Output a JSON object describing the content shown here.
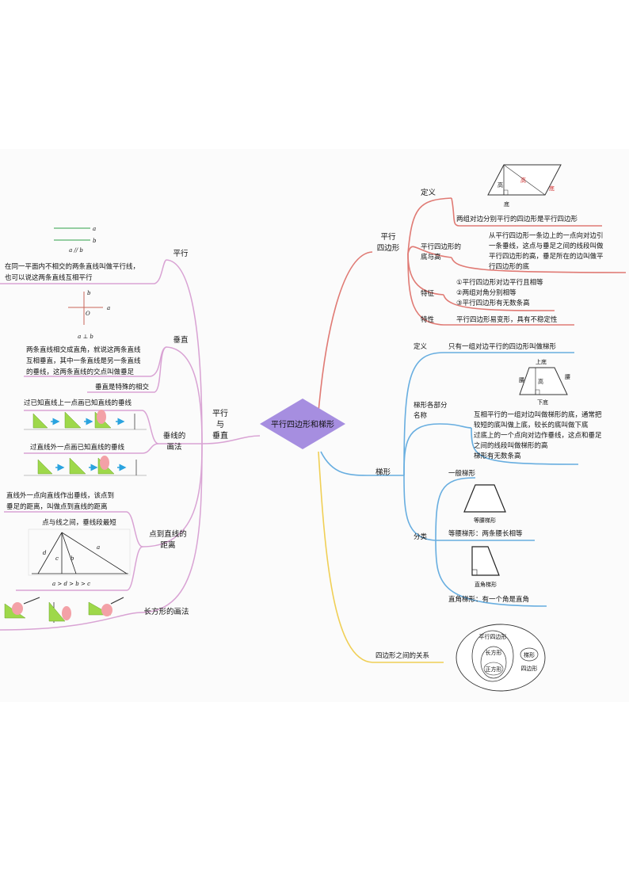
{
  "center": {
    "label": "平行四边形和梯形"
  },
  "colors": {
    "center_fill": "#a68ee0",
    "pink_branch": "#d9a3d4",
    "red_branch": "#e07a74",
    "blue_branch": "#68aee0",
    "yellow_branch": "#f0cf55",
    "arrow": "#2aa3df",
    "triangle_ruler": "#9ed84a",
    "hand": "#f3a1a7"
  },
  "left": {
    "main_label_1": "平行",
    "main_label_2": "与",
    "main_label_3": "垂直",
    "parallel": {
      "label": "平行",
      "fig_a": "a",
      "fig_b": "b",
      "fig_caption": "a // b",
      "desc_1": "在同一平面内不相交的两条直线叫做平行线，",
      "desc_2": "也可以说这两条直线互相平行"
    },
    "perpendicular": {
      "label": "垂直",
      "fig_a": "a",
      "fig_b": "b",
      "fig_o": "O",
      "fig_caption": "a ⊥ b",
      "desc_1": "两条直线相交成直角，就说这两条直线",
      "desc_2": "互相垂直，其中一条直线是另一条直线",
      "desc_3": "的垂线，这两条直线的交点叫做垂足",
      "special": "垂直是特殊的相交"
    },
    "drawing": {
      "label_1": "垂线的",
      "label_2": "画法",
      "method_on_line": "过已知直线上一点画已知直线的垂线",
      "method_off_line": "过直线外一点画已知直线的垂线"
    },
    "distance": {
      "label_1": "点到直线的",
      "label_2": "距离",
      "desc_1": "直线外一点向直线作出垂线，该点到",
      "desc_2": "垂足的距离，叫做点到直线的距离",
      "fig_title": "点与线之间，垂线段最短",
      "fig_d": "d",
      "fig_c": "c",
      "fig_b": "b",
      "fig_a": "a",
      "fig_caption": "a  >  d  >  b  >  c"
    },
    "rectangle": {
      "label": "长方形的画法"
    }
  },
  "right": {
    "parallelogram": {
      "label_1": "平行",
      "label_2": "四边形",
      "definition_label": "定义",
      "definition": "两组对边分别平行的四边形是平行四边形",
      "fig_height": "高",
      "fig_height2": "高",
      "fig_base": "底",
      "fig_base2": "底",
      "base_height_label_1": "平行四边形的",
      "base_height_label_2": "底与高",
      "base_height_1": "从平行四边形一条边上的一点向对边引",
      "base_height_2": "一条垂线，这点与垂足之间的线段叫做",
      "base_height_3": "平行四边形的高，垂足所在的边叫做平",
      "base_height_4": "行四边形的底",
      "feature_label": "特征",
      "feature_1": "①平行四边形对边平行且相等",
      "feature_2": "②两组对角分别相等",
      "feature_3": "③平行四边形有无数条高",
      "property_label": "特性",
      "property": "平行四边形易变形，具有不稳定性"
    },
    "trapezoid": {
      "label": "梯形",
      "definition_label": "定义",
      "definition": "只有一组对边平行的四边形叫做梯形",
      "parts_label_1": "梯形各部分",
      "parts_label_2": "名称",
      "fig_top": "上底",
      "fig_bottom": "下底",
      "fig_leg1": "腰",
      "fig_leg2": "腰",
      "fig_height": "高",
      "parts_1": "互相平行的一组对边叫做梯形的底，通常把",
      "parts_2": "较短的底叫做上底，较长的底叫做下底",
      "parts_3": "过底上的一个点向对边作垂线，这点和垂足",
      "parts_4": "之间的线段叫做梯形的高",
      "parts_5": "梯形有无数条高",
      "classify_label": "分类",
      "general": "一般梯形",
      "isosceles_fig": "等腰梯形",
      "isosceles": "等腰梯形：两条腰长相等",
      "right_fig": "直角梯形",
      "right": "直角梯形：有一个角是直角"
    },
    "relation": {
      "label": "四边形之间的关系",
      "parallelogram": "平行四边形",
      "rectangle": "长方形",
      "square": "正方形",
      "trapezoid": "梯形",
      "quadrilateral": "四边形"
    }
  }
}
